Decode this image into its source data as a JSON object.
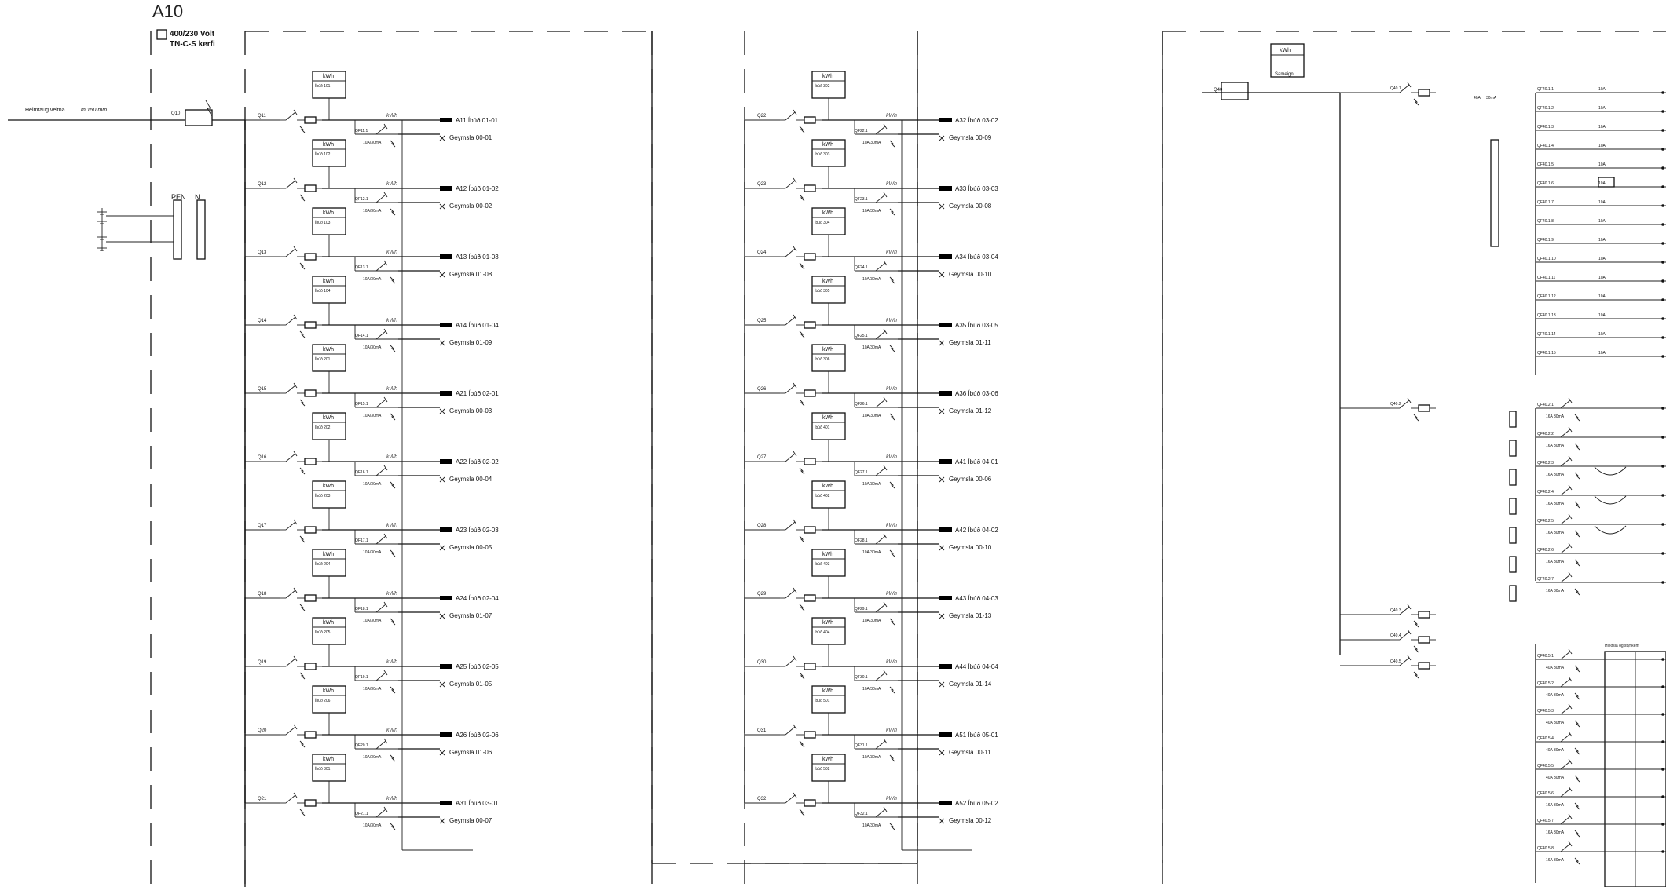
{
  "sheet": {
    "id": "A10",
    "voltage": "400/230 Volt",
    "system": "TN-C-S kerfi",
    "incoming_label": "Heimtaug veitna",
    "incoming_spec": "m 150 mm",
    "main_breaker": "Q10",
    "pen_label": "PEN",
    "n_label": "N"
  },
  "meter": {
    "label": "kWh"
  },
  "rcbo": {
    "rating": "10A/30mA"
  },
  "panel_left": {
    "rows": [
      {
        "q": "Q11",
        "meter": "Íbúð 101",
        "apt": "A11 Íbúð 01-01",
        "store": "Geymsla 00-01",
        "rcbo": "QF11.1"
      },
      {
        "q": "Q12",
        "meter": "Íbúð 102",
        "apt": "A12 Íbúð 01-02",
        "store": "Geymsla 00-02",
        "rcbo": "QF12.1"
      },
      {
        "q": "Q13",
        "meter": "Íbúð 103",
        "apt": "A13 Íbúð 01-03",
        "store": "Geymsla 01-08",
        "rcbo": "QF13.1"
      },
      {
        "q": "Q14",
        "meter": "Íbúð 104",
        "apt": "A14 Íbúð 01-04",
        "store": "Geymsla 01-09",
        "rcbo": "QF14.1"
      },
      {
        "q": "Q15",
        "meter": "Íbúð 201",
        "apt": "A21 Íbúð 02-01",
        "store": "Geymsla 00-03",
        "rcbo": "QF15.1"
      },
      {
        "q": "Q16",
        "meter": "Íbúð 202",
        "apt": "A22 Íbúð 02-02",
        "store": "Geymsla 00-04",
        "rcbo": "QF16.1"
      },
      {
        "q": "Q17",
        "meter": "Íbúð 203",
        "apt": "A23 Íbúð 02-03",
        "store": "Geymsla 00-05",
        "rcbo": "QF17.1"
      },
      {
        "q": "Q18",
        "meter": "Íbúð 204",
        "apt": "A24 Íbúð 02-04",
        "store": "Geymsla 01-07",
        "rcbo": "QF18.1"
      },
      {
        "q": "Q19",
        "meter": "Íbúð 205",
        "apt": "A25 Íbúð 02-05",
        "store": "Geymsla 01-05",
        "rcbo": "QF19.1"
      },
      {
        "q": "Q20",
        "meter": "Íbúð 206",
        "apt": "A26 Íbúð 02-06",
        "store": "Geymsla 01-06",
        "rcbo": "QF20.1"
      },
      {
        "q": "Q21",
        "meter": "Íbúð 301",
        "apt": "A31 Íbúð 03-01",
        "store": "Geymsla 00-07",
        "rcbo": "QF21.1"
      }
    ]
  },
  "panel_mid": {
    "rows": [
      {
        "q": "Q22",
        "meter": "Íbúð 302",
        "apt": "A32 Íbúð 03-02",
        "store": "Geymsla 00-09",
        "rcbo": "QF22.1"
      },
      {
        "q": "Q23",
        "meter": "Íbúð 303",
        "apt": "A33 Íbúð 03-03",
        "store": "Geymsla 00-08",
        "rcbo": "QF23.1"
      },
      {
        "q": "Q24",
        "meter": "Íbúð 304",
        "apt": "A34 Íbúð 03-04",
        "store": "Geymsla 00-10",
        "rcbo": "QF24.1"
      },
      {
        "q": "Q25",
        "meter": "Íbúð 305",
        "apt": "A35 Íbúð 03-05",
        "store": "Geymsla 01-11",
        "rcbo": "QF25.1"
      },
      {
        "q": "Q26",
        "meter": "Íbúð 306",
        "apt": "A36 Íbúð 03-06",
        "store": "Geymsla 01-12",
        "rcbo": "QF26.1"
      },
      {
        "q": "Q27",
        "meter": "Íbúð 401",
        "apt": "A41 Íbúð 04-01",
        "store": "Geymsla 00-06",
        "rcbo": "QF27.1"
      },
      {
        "q": "Q28",
        "meter": "Íbúð 402",
        "apt": "A42 Íbúð 04-02",
        "store": "Geymsla 00-10",
        "rcbo": "QF28.1"
      },
      {
        "q": "Q29",
        "meter": "Íbúð 403",
        "apt": "A43 Íbúð 04-03",
        "store": "Geymsla 01-13",
        "rcbo": "QF29.1"
      },
      {
        "q": "Q30",
        "meter": "Íbúð 404",
        "apt": "A44 Íbúð 04-04",
        "store": "Geymsla 01-14",
        "rcbo": "QF30.1"
      },
      {
        "q": "Q31",
        "meter": "Íbúð 501",
        "apt": "A51 Íbúð 05-01",
        "store": "Geymsla 00-11",
        "rcbo": "QF31.1"
      },
      {
        "q": "Q32",
        "meter": "Íbúð 502",
        "apt": "A52 Íbúð 05-02",
        "store": "Geymsla 00-12",
        "rcbo": "QF32.1"
      }
    ]
  },
  "panel_right": {
    "meter_title": "kWh",
    "meter_sub": "Sameign",
    "main_q": "Q40",
    "feeders": [
      "Q40.1",
      "Q40.2",
      "Q40.3",
      "Q40.4",
      "Q40.5"
    ],
    "feeder1_rating": "40A",
    "feeder1_rcd": "30mA",
    "circuits_a": [
      "QF40.1.1",
      "QF40.1.2",
      "QF40.1.3",
      "QF40.1.4",
      "QF40.1.5",
      "QF40.1.6",
      "QF40.1.7",
      "QF40.1.8",
      "QF40.1.9",
      "QF40.1.10",
      "QF40.1.11",
      "QF40.1.12",
      "QF40.1.13",
      "QF40.1.14",
      "QF40.1.15"
    ],
    "circuits_a_rating": "10A",
    "circuits_b": [
      "QF40.2.1",
      "QF40.2.2",
      "QF40.2.3",
      "QF40.2.4",
      "QF40.2.5",
      "QF40.2.6",
      "QF40.2.7"
    ],
    "circuits_b_rating": "16A 30mA",
    "circuits_c": [
      "QF40.5.1",
      "QF40.5.2",
      "QF40.5.3",
      "QF40.5.4",
      "QF40.5.5",
      "QF40.5.6",
      "QF40.5.7",
      "QF40.5.8"
    ],
    "circuits_c_ratings": [
      "40A 30mA",
      "40A 30mA",
      "40A 30mA",
      "40A 30mA",
      "40A 30mA",
      "16A 30mA",
      "16A 30mA",
      "16A 30mA"
    ],
    "charging_label": "Hleðsla og stýrikerfi"
  }
}
